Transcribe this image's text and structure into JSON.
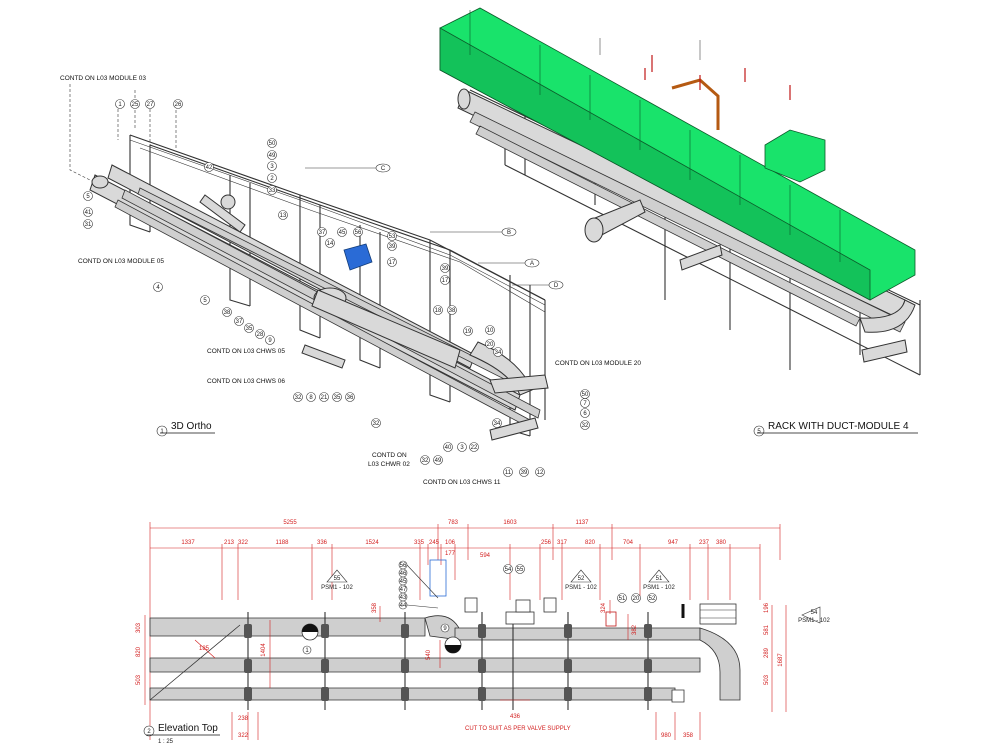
{
  "views": {
    "ortho": {
      "number": "1",
      "title": "3D Ortho"
    },
    "duct": {
      "number": "5",
      "title": "RACK WITH DUCT-MODULE 4"
    },
    "elevation": {
      "number": "2",
      "title": "Elevation Top",
      "scale": "1 : 25"
    }
  },
  "notes": {
    "contd_module03": "CONTD ON L03 MODULE 03",
    "contd_module05": "CONTD ON L03 MODULE 05",
    "contd_chws05": "CONTD ON L03 CHWS 05",
    "contd_chws06": "CONTD ON L03 CHWS 06",
    "contd_module20": "CONTD ON L03 MODULE 20",
    "contd_on": "CONTD ON",
    "l03_chwr02": "L03 CHWR 02",
    "contd_chws11": "CONTD ON L03 CHWS 11",
    "cut_to_suit": "CUT TO SUIT AS PER VALVE SUPPLY"
  },
  "grid_bubbles": [
    "A",
    "B",
    "C",
    "D"
  ],
  "tags": {
    "t1": "1",
    "t25": "25",
    "t27": "27",
    "t26": "26",
    "t5": "5",
    "t41": "41",
    "t31": "31",
    "t4": "4",
    "t50": "50",
    "t49": "49",
    "t3": "3",
    "t2": "2",
    "t33": "33",
    "t42": "42",
    "t13": "13",
    "t37": "37",
    "t14": "14",
    "t45": "45",
    "t56": "56",
    "t53": "53",
    "t39": "39",
    "t17": "17",
    "t18": "18",
    "t38": "38",
    "t19": "19",
    "t10": "10",
    "t20": "20",
    "t34": "34",
    "t6": "6",
    "t7": "7",
    "t32": "32",
    "t11": "11",
    "t12": "12",
    "t22": "22",
    "t40": "40",
    "t8": "8",
    "t21": "21",
    "t35": "35",
    "t36": "36",
    "t28": "28",
    "t9": "9"
  },
  "elevation_tags": {
    "e56": "56",
    "e46": "46",
    "e45": "45",
    "e47": "47",
    "e43": "43",
    "e44": "44",
    "e54": "54",
    "e55": "55",
    "e51": "51",
    "e20": "20",
    "e52": "52",
    "e1": "1",
    "e9": "9"
  },
  "section_marks": [
    {
      "num": "55",
      "sheet": "PSM1 - 102"
    },
    {
      "num": "52",
      "sheet": "PSM1 - 102"
    },
    {
      "num": "51",
      "sheet": "PSM1 - 102"
    },
    {
      "num": "54",
      "sheet": "PSM1 - 102"
    }
  ],
  "dims": {
    "overall_left": "5255",
    "overall_mid": "783",
    "overall_r1": "1603",
    "overall_r2": "1137",
    "row2": [
      "1337",
      "213",
      "322",
      "1188",
      "336",
      "1524",
      "335",
      "245",
      "106",
      "177",
      "594",
      "256",
      "317",
      "820",
      "704",
      "947",
      "237",
      "380"
    ],
    "left_vert": [
      "303",
      "820",
      "503"
    ],
    "left_bottom": [
      "238",
      "322"
    ],
    "inner": [
      "1404",
      "358",
      "540",
      "324",
      "382",
      "436",
      "185"
    ],
    "right_vert": [
      "196",
      "581",
      "289",
      "503",
      "1687"
    ],
    "right_bottom": [
      "980",
      "358"
    ]
  },
  "colors": {
    "duct": "#19e36b",
    "valve": "#2a6bd6",
    "dimension": "#d32020"
  }
}
